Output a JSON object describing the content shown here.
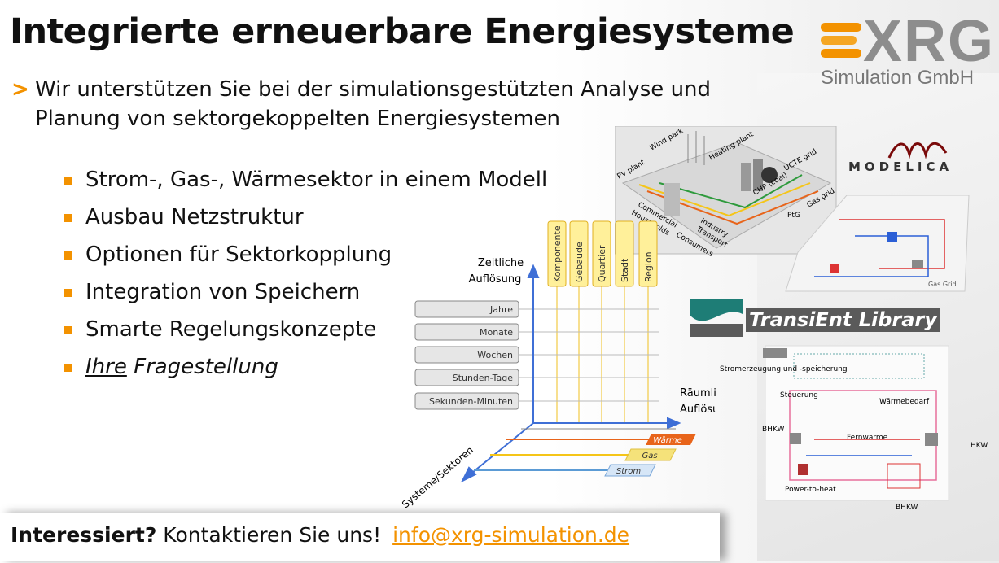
{
  "title": "Integrierte erneuerbare Energiesysteme",
  "intro": {
    "marker": ">",
    "text": "Wir unterstützen Sie bei der simulationsgestützten Analyse und Planung von sektorgekoppelten Energiesystemen"
  },
  "bullets": [
    "Strom-, Gas-, Wärmesektor in einem Modell",
    "Ausbau Netzstruktur",
    "Optionen für Sektorkopplung",
    "Integration von Speichern",
    "Smarte Regelungskonzepte"
  ],
  "bullet_last": {
    "underlined": "Ihre",
    "rest": " Fragestellung"
  },
  "logo": {
    "name": "XRG",
    "subtitle": "Simulation GmbH"
  },
  "modelica": "MODELICA",
  "transient": "TransiEnt Library",
  "diagram": {
    "y_axis": [
      "Zeitliche",
      "Auflösung"
    ],
    "x_axis": [
      "Räumliche",
      "Auflösung"
    ],
    "z_axis": "Systeme/Sektoren",
    "time_levels": [
      "Jahre",
      "Monate",
      "Wochen",
      "Stunden-Tage",
      "Sekunden-Minuten"
    ],
    "spatial_levels": [
      "Komponente",
      "Gebäude",
      "Quartier",
      "Stadt",
      "Region"
    ],
    "sectors": [
      "Wärme",
      "Gas",
      "Strom"
    ]
  },
  "energy_map": {
    "labels": [
      "PV plant",
      "Wind park",
      "Heating plant",
      "CHP (coal)",
      "UCTE grid",
      "Gas grid",
      "PtG",
      "Industry",
      "Transport",
      "Commercial",
      "Households",
      "Consumers"
    ]
  },
  "transient_model": {
    "labels": [
      "Stromerzeugung und -speicherung",
      "Steuerung",
      "Wärmebedarf",
      "BHKW",
      "Fernwärme",
      "HKW",
      "Power-to-heat",
      "BHKW"
    ]
  },
  "modelica_model": {
    "label": "Gas Grid"
  },
  "footer": {
    "prompt": "Interessiert?",
    "text": " Kontaktieren Sie uns!",
    "email": "info@xrg-simulation.de"
  },
  "colors": {
    "accent": "#f39200",
    "axis": "#3f6fd6",
    "heat": "#e8641a",
    "gas": "#f5c518",
    "power": "#5b9bd5",
    "resolution_box": "#fff09a"
  }
}
